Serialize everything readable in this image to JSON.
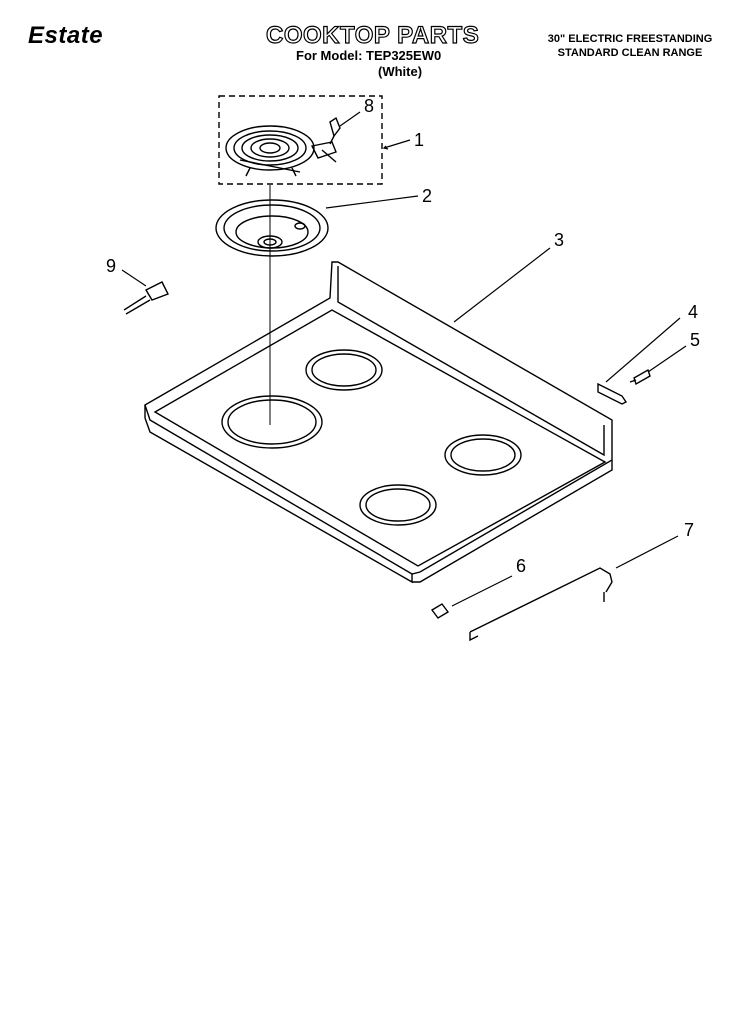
{
  "header": {
    "brand": "Estate",
    "title": "COOKTOP PARTS",
    "model": "For Model: TEP325EW0",
    "color": "(White)",
    "description_line1": "30\" ELECTRIC FREESTANDING",
    "description_line2": "STANDARD CLEAN RANGE"
  },
  "callouts": [
    "1",
    "2",
    "3",
    "4",
    "5",
    "6",
    "7",
    "8",
    "9"
  ]
}
